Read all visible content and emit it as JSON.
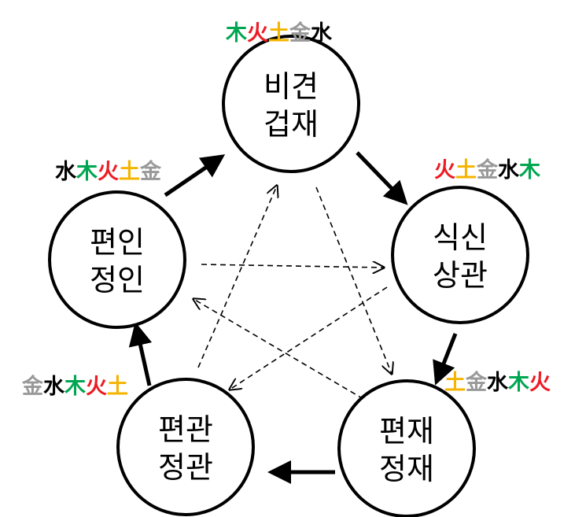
{
  "nodes": {
    "top": {
      "line1": "비견",
      "line2": "겁재"
    },
    "right": {
      "line1": "식신",
      "line2": "상관"
    },
    "bottom_right": {
      "line1": "편재",
      "line2": "정재"
    },
    "bottom_left": {
      "line1": "편관",
      "line2": "정관"
    },
    "left": {
      "line1": "편인",
      "line2": "정인"
    }
  },
  "element_labels": {
    "top": [
      {
        "char": "木",
        "color": "#00a651"
      },
      {
        "char": "火",
        "color": "#ed1c24"
      },
      {
        "char": "土",
        "color": "#f5b400"
      },
      {
        "char": "金",
        "color": "#999999"
      },
      {
        "char": "水",
        "color": "#000000"
      }
    ],
    "right": [
      {
        "char": "火",
        "color": "#ed1c24"
      },
      {
        "char": "土",
        "color": "#f5b400"
      },
      {
        "char": "金",
        "color": "#999999"
      },
      {
        "char": "水",
        "color": "#000000"
      },
      {
        "char": "木",
        "color": "#00a651"
      }
    ],
    "bottom_right": [
      {
        "char": "土",
        "color": "#f5b400"
      },
      {
        "char": "金",
        "color": "#999999"
      },
      {
        "char": "水",
        "color": "#000000"
      },
      {
        "char": "木",
        "color": "#00a651"
      },
      {
        "char": "火",
        "color": "#ed1c24"
      }
    ],
    "bottom_left": [
      {
        "char": "金",
        "color": "#999999"
      },
      {
        "char": "水",
        "color": "#000000"
      },
      {
        "char": "木",
        "color": "#00a651"
      },
      {
        "char": "火",
        "color": "#ed1c24"
      },
      {
        "char": "土",
        "color": "#f5b400"
      }
    ],
    "left": [
      {
        "char": "水",
        "color": "#000000"
      },
      {
        "char": "木",
        "color": "#00a651"
      },
      {
        "char": "火",
        "color": "#ed1c24"
      },
      {
        "char": "土",
        "color": "#f5b400"
      },
      {
        "char": "金",
        "color": "#999999"
      }
    ]
  },
  "solid_arrows": [
    {
      "from": "top",
      "to": "right"
    },
    {
      "from": "right",
      "to": "bottom_right"
    },
    {
      "from": "bottom_right",
      "to": "bottom_left"
    },
    {
      "from": "bottom_left",
      "to": "left"
    },
    {
      "from": "left",
      "to": "top"
    }
  ],
  "dashed_arrows": [
    {
      "from": "top",
      "to": "bottom_right"
    },
    {
      "from": "right",
      "to": "bottom_left"
    },
    {
      "from": "bottom_right",
      "to": "left"
    },
    {
      "from": "bottom_left",
      "to": "top"
    },
    {
      "from": "left",
      "to": "right"
    }
  ],
  "colors": {
    "wood": "#00a651",
    "fire": "#ed1c24",
    "earth": "#f5b400",
    "metal": "#999999",
    "water": "#000000",
    "stroke": "#000000",
    "background": "#ffffff"
  }
}
